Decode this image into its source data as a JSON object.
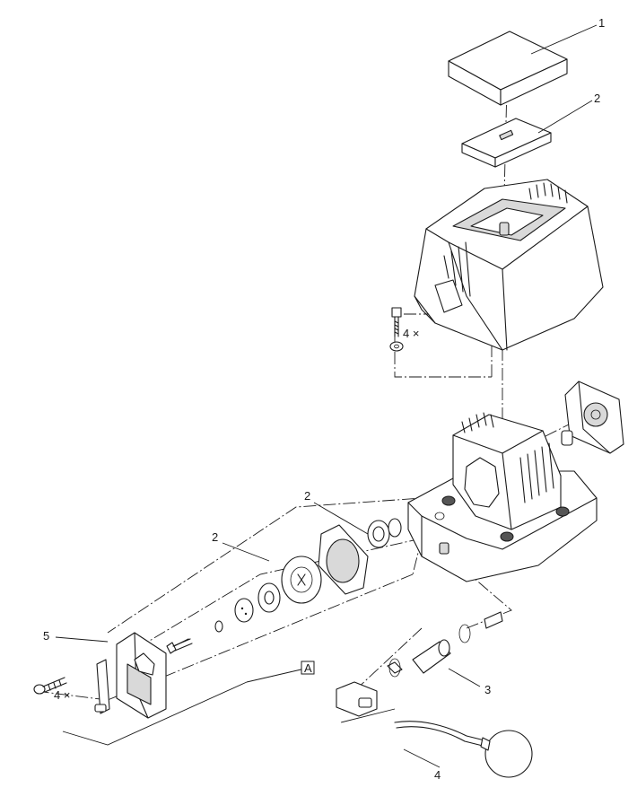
{
  "callouts": {
    "c1": "1",
    "c2_top": "2",
    "c2_mid": "2",
    "c2_left": "2",
    "c3": "3",
    "c4": "4",
    "c5": "5"
  },
  "quantities": {
    "screws_top": "4 ×",
    "screws_left": "4 ×"
  },
  "boxed_label": "A"
}
